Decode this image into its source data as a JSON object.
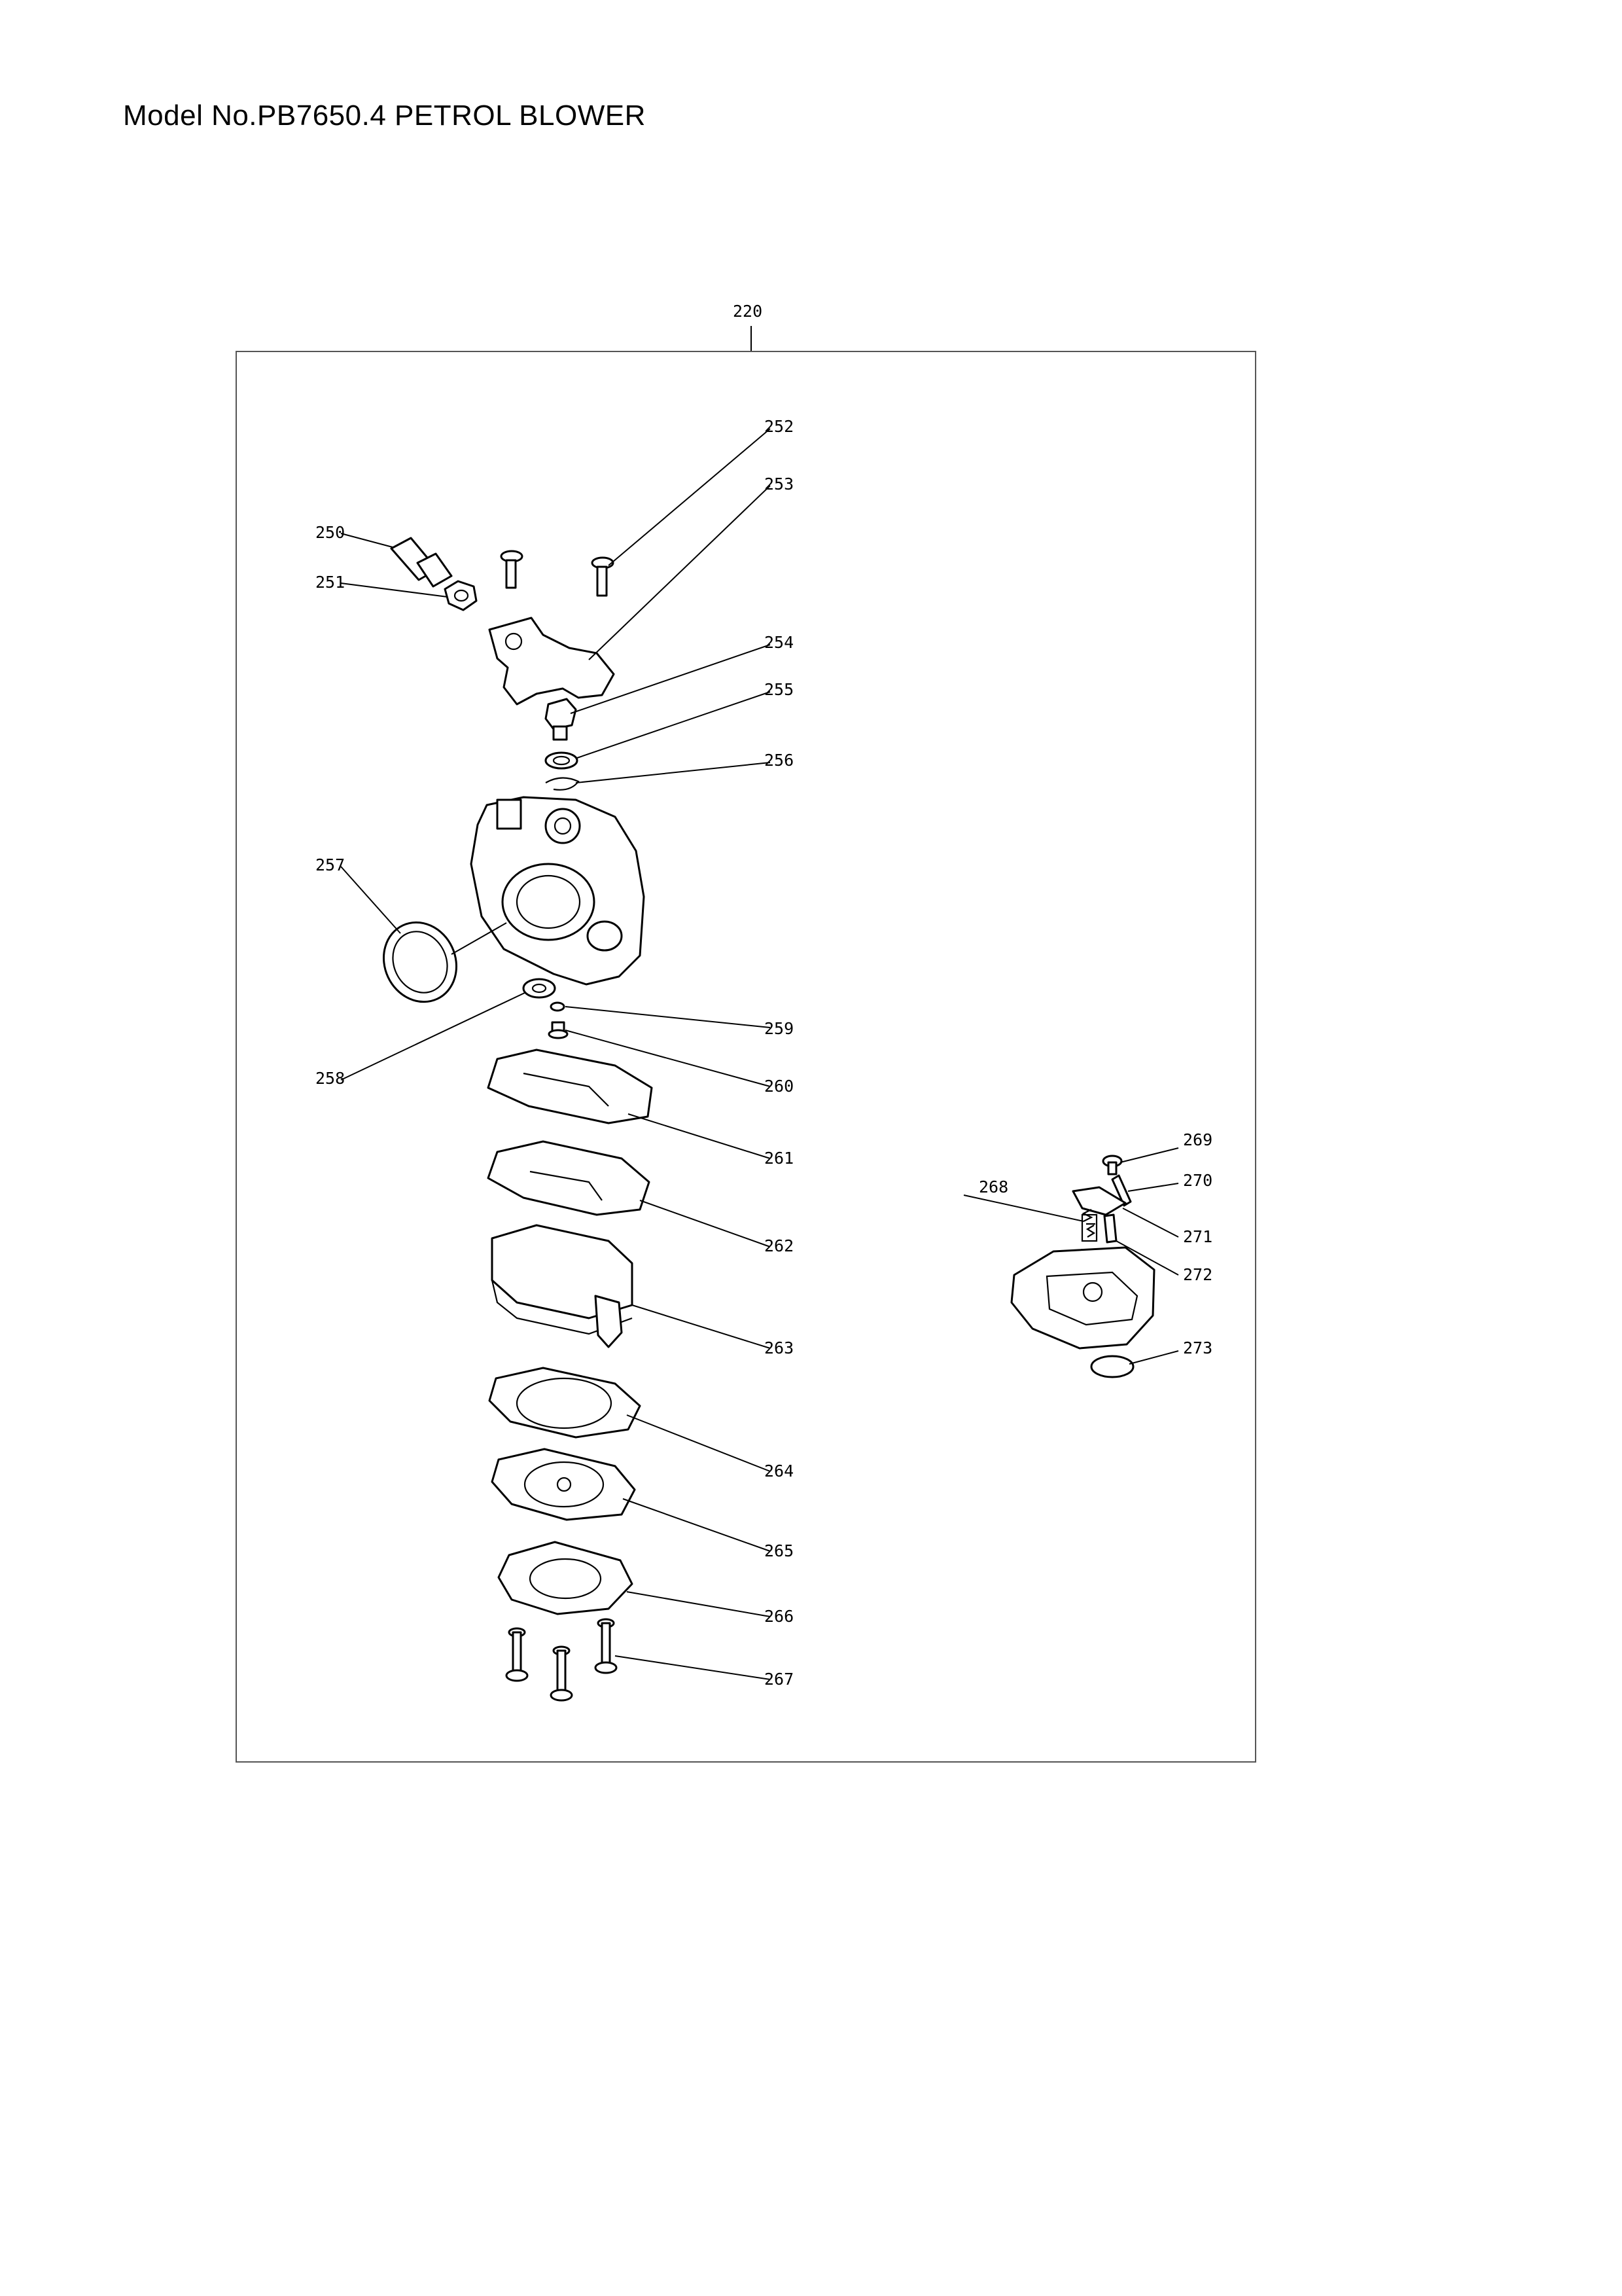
{
  "title": "Model No.PB7650.4 PETROL BLOWER",
  "assembly_label": "220",
  "callouts": [
    "250",
    "251",
    "252",
    "253",
    "254",
    "255",
    "256",
    "257",
    "258",
    "259",
    "260",
    "261",
    "262",
    "263",
    "264",
    "265",
    "266",
    "267",
    "268",
    "269",
    "270",
    "271",
    "272",
    "273"
  ]
}
